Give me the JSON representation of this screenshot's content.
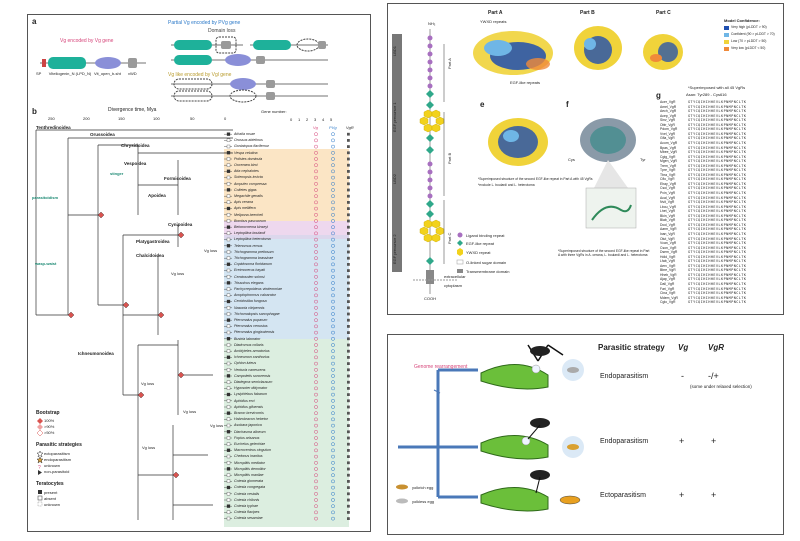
{
  "left_panel": {
    "a": {
      "label": "a",
      "vg_title": "Vg encoded by Vg gene",
      "pvg_title": "Partial Vg encoded by PVg gene",
      "vgl_title": "Vg like encoded by Vgl gene",
      "domain_loss": "Domain loss",
      "sp": "SP",
      "dom1": "Vitellogenin_N (LPD_N)",
      "dom2": "Vit_open_b-sht",
      "dom3": "vWD"
    },
    "b": {
      "label": "b",
      "axis_title": "Divergence time, Mya",
      "ticks": [
        "250",
        "200",
        "150",
        "100",
        "50",
        "0"
      ],
      "gene_number": "Gene number:",
      "gene_ticks": [
        "0",
        "1",
        "2",
        "3",
        "4",
        "5"
      ],
      "col_headers": [
        "Vg",
        "PVg",
        "VgR"
      ],
      "clades": [
        "Tenthredinoidea",
        "Orussoidea",
        "Chrysidoidea",
        "Vespoidea",
        "Formicoidea",
        "Apoidea",
        "Cynipoidea",
        "Platygastroidea",
        "Chalcidoidea",
        "Ichneumonoidea"
      ],
      "events": [
        "stinger",
        "parasitoidism",
        "wasp-waist",
        "Vg loss",
        "Vg loss",
        "Vg loss",
        "Vg loss",
        "Vg loss",
        "Vg loss"
      ],
      "species": [
        "Athalia rosae",
        "Orussus abietinus",
        "Goniatopus flavifemur",
        "Vespa velutina",
        "Polistes dominula",
        "Ooceraea biroi",
        "Atta cephalotes",
        "Solenopsis invicta",
        "Ampulex compressa",
        "Colletes gigas",
        "Megachile genalis",
        "Apis cerana",
        "Apis mellifera",
        "Melipona beecheii",
        "Bombus pascuorum",
        "Belonocnema kinseyi",
        "Leptopilina boulardi",
        "Leptopilina heterotoma",
        "Telenomus remus",
        "Trichogramma pretiosum",
        "Trichogramma brassicae",
        "Copidosoma floridanum",
        "Eretmocerus hayati",
        "Ceratosolen solmsi",
        "Trissolcus elegans",
        "Pachycrepoideus vindemmiae",
        "Anoplophormus calcarator",
        "Cecidostiba fungosa",
        "Nasonia vitripennis",
        "Trichomalopsis sarcophagae",
        "Pteromalus puparum",
        "Pteromalus venustus",
        "Pteromalus gingiswiensis",
        "Bustria laborator",
        "Diadromus collaris",
        "Amblyteles armatorius",
        "Ichneumon xanthorius",
        "Ophion luteus",
        "Venturia canescens",
        "Campoletis sonorensis",
        "Diadegma semiclausum",
        "Hyposoter didymator",
        "Lysiphlebus fabarum",
        "Aphidius ervi",
        "Aphidius gifuensis",
        "Bracon brevicornis",
        "Habrobracon hebetor",
        "Asobara japonica",
        "Diachasma alloeum",
        "Fopius arisanus",
        "Euchelus gelechiae",
        "Macrocentrus cingulum",
        "Chelonus inanitus",
        "Microplitis mediator",
        "Microplitis demolitor",
        "Microplitis manilae",
        "Cotesia glomerata",
        "Cotesia congregata",
        "Cotesia vestalis",
        "Cotesia chilonis",
        "Cotesia typhae",
        "Cotesia flavipes",
        "Cotesia sesamiae"
      ],
      "legend": {
        "bootstrap_title": "Bootstrap",
        "bootstrap_items": [
          "100%",
          ">90%",
          ">50%"
        ],
        "strategy_title": "Parasitic strategies",
        "strategy_items": [
          "ectoparasitism",
          "endoparasitism",
          "unknown",
          "non-parasitoid"
        ],
        "terato_title": "Teratocytes",
        "terato_items": [
          "present",
          "absent",
          "unknown"
        ]
      }
    }
  },
  "right_top": {
    "d_domains": [
      "LBD1",
      "EGF precursor 1",
      "LBD2",
      "EGF precursor 2"
    ],
    "parts": [
      "Part A",
      "Part B",
      "Part C"
    ],
    "nh3": "NH₃",
    "cooh": "COOH",
    "extracell": "extracellular",
    "cytoplasm": "cytoplasm",
    "ywxd": "YWXD repeats",
    "egf_like": "EGF-like repeats",
    "model_conf_title": "Model Confidence:",
    "model_conf": [
      "Very high (pLDDT > 90)",
      "Confident (90 > pLDDT > 70)",
      "Low (70 > pLDDT > 50)",
      "Very low (pLDDT < 50)"
    ],
    "conf_colors": [
      "#1f4fb0",
      "#6fb6e6",
      "#f0d33a",
      "#f08a3a"
    ],
    "superimposed_all": "*Superimposed with all 45 VgRs",
    "e": "e",
    "f": "f",
    "g": "g",
    "g_title": "Asan: Tyr289 - Cys616",
    "e_note": "*Superimposed structure of the second EGF-like repeat in Part A with 45 VgRs",
    "e_note2": "*exclude L. boulardi and L. heterotoma",
    "f_note": "*Superimposed structure of the second EGF-like repeat in Part A with three VgRs in A. cerana, L. boulardi and L. heterotoma",
    "cys": "Cys",
    "tyr": "Tyr",
    "legend": [
      "Ligand binding repeat",
      "EGF-like repeat",
      "YWXD repeat",
      "O-linked sugar domain",
      "Transmembrane domain"
    ],
    "align_rows": [
      "Acer_VgR",
      "Amel_VgR",
      "Aech_VgR",
      "Acep_VgR",
      "Sinv_VgR",
      "Obir_VgR",
      "Pdom_VgR",
      "Vvel_VgR",
      "Gfla_VgR",
      "Acom_VgR",
      "Bpas_VgR",
      "Mbee_VgR",
      "Cgig_VgR",
      "Mgen_VgR",
      "Trem_VgR",
      "Tpre_VgR",
      "Tbra_VgR",
      "Cflo_VgR",
      "Ehay_VgR",
      "Csol_VgR",
      "Pvin_VgR",
      "Acal_VgR",
      "Nvit_VgR",
      "Lbou_VgR",
      "Lhet_VgR",
      "Bkin_VgR",
      "Blab_VgR",
      "Dcol_VgR",
      "Aarm_VgR",
      "Ixan_VgR",
      "Olut_VgR",
      "Vcan_VgR",
      "Cson_VgR",
      "Dsem_VgR",
      "Hdid_VgR",
      "Lfab_VgR",
      "Aerv_VgR",
      "Bbre_VgR",
      "Hheb_VgR",
      "Ajap_VgR",
      "Dall_VgR",
      "Fari_VgR",
      "Cina_VgR",
      "Mdem_VgR",
      "Cglo_VgR"
    ],
    "align_seq": "GTYCQIHIHHEVLKPNMPNCLTK"
  },
  "right_bottom": {
    "col_strategy": "Parasitic strategy",
    "col_vg": "Vg",
    "col_vgr": "VgR",
    "genome": "Genome rearrangement",
    "yolkrich": "yolkrich egg",
    "yolkless": "yolkless egg",
    "rows": [
      {
        "strategy": "Endoparasitism",
        "vg": "-",
        "vgr": "-/+",
        "note": "(some under relaxed selection)"
      },
      {
        "strategy": "Endoparasitism",
        "vg": "+",
        "vgr": "+",
        "note": ""
      },
      {
        "strategy": "Ectoparasitism",
        "vg": "+",
        "vgr": "+",
        "note": ""
      }
    ]
  }
}
